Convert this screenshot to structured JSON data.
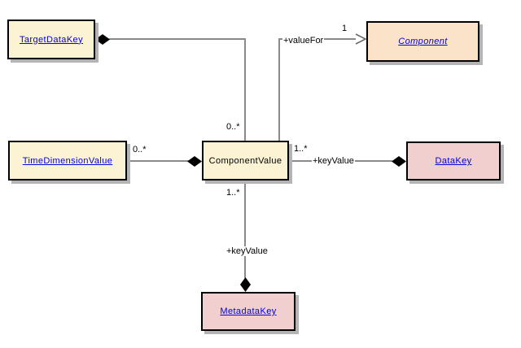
{
  "diagram": {
    "type": "uml-class-diagram",
    "classes": {
      "targetDataKey": {
        "label": "TargetDataKey"
      },
      "component": {
        "label": "Component",
        "abstract": true
      },
      "timeDimensionValue": {
        "label": "TimeDimensionValue"
      },
      "componentValue": {
        "label": "ComponentValue"
      },
      "dataKey": {
        "label": "DataKey"
      },
      "metadataKey": {
        "label": "MetadataKey"
      }
    },
    "associations": {
      "targetDataKey_componentValue": {
        "type": "composition",
        "multiplicity": "0..*"
      },
      "componentValue_component": {
        "type": "directed-association",
        "role": "+valueFor",
        "multiplicity": "1"
      },
      "timeDimensionValue_componentValue": {
        "type": "composition",
        "multiplicity": "0..*"
      },
      "componentValue_dataKey": {
        "type": "composition",
        "multiplicity": "1..*",
        "role": "+keyValue"
      },
      "componentValue_metadataKey": {
        "type": "composition",
        "multiplicity": "1..*",
        "role": "+keyValue"
      }
    },
    "colors": {
      "class_fill_cream": "#FCF3D4",
      "class_fill_peach": "#FAE3C9",
      "class_fill_pink": "#F1CFCF",
      "class_border": "#000000",
      "connector": "#8A8A8A",
      "diamond": "#000000",
      "link_text": "#0000E0",
      "shadow": "#B4B4B4",
      "background": "#FFFFFF"
    }
  }
}
